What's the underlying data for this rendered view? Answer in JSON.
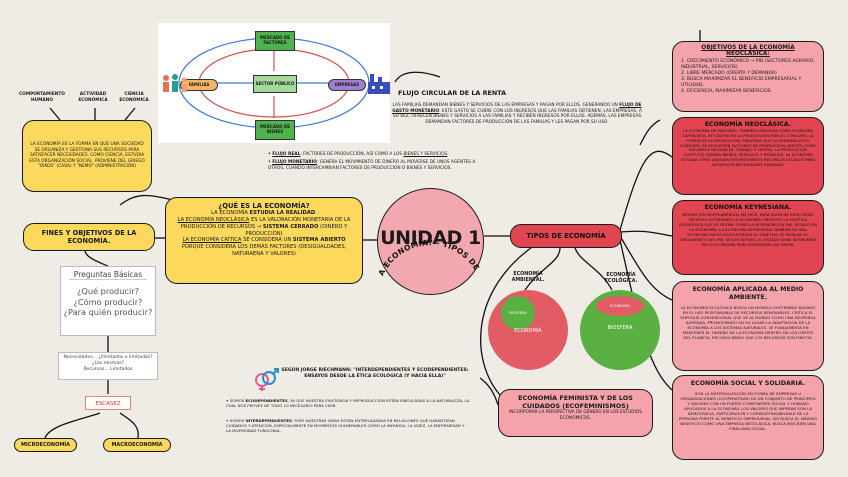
{
  "center": {
    "title": "UNIDAD 1",
    "arc_text": "¿QUÉ ES LA ECONOMÍA? - TIPOS DE ECONOMÍA"
  },
  "flujo": {
    "title": "FLUJO CIRCULAR DE LA RENTA",
    "desc_pre": "LAS FAMILIAS DEMANDAN BIENES Y SERVICIOS DE LAS EMPRESAS Y PAGAN POR ELLOS, GENERANDO UN ",
    "desc_link": "FLUJO DE GASTO MONETARIO",
    "desc_post": ". ESTE GASTO SE CUBRE CON LOS INGRESOS QUE LAS FAMILIAS OBTIENEN. LAS EMPRESAS, A SU VEZ, OFRECEN BIENES Y SERVICIOS A LAS FAMILIAS Y RECIBEN INGRESOS POR ELLOS. ADEMÁS, LAS EMPRESAS DEMANDAN FACTORES DE PRODUCCIÓN DE LAS FAMILIAS Y LES PAGAN POR SU USO.",
    "real_label": "FLUJO REAL",
    "real_text": ": FACTORES DE PRODUCCIÓN, ASÍ COMO A LOS ",
    "real_link": "BIENES Y SERVICIOS",
    "real_end": ".",
    "mon_label": "FLUJO MONETARIO",
    "mon_text": ": GENERA EL MOVIMIENTO DE DINERO AL MOVERSE DE UNOS AGENTES A OTROS, CUANDO INTERCAMBIAN FACTORES DE PRODUCCIÓN O BIENES Y SERVICIOS.",
    "diagram": {
      "mercado_factores": "MERCADO DE FACTORES",
      "mercado_bienes": "MERCADO DE BIENES",
      "sector_publico": "SECTOR PÚBLICO",
      "familias": "FAMILIAS",
      "empresas": "EMPRESAS"
    }
  },
  "left_top": {
    "labels": [
      "COMPORTAMIENTO HUMANO",
      "ACTIVIDAD ECONÓMICA",
      "CIENCIA ECONÓMICA"
    ],
    "text": "LA ECONOMÍA ES LA FORMA EN QUE UNA SOCIEDAD SE ORGANIZA Y GESTIONA SUS RECURSOS PARA SATISFACER NECESIDADES. COMO CIENCIA, ESTUDIA ESTA ORGANIZACIÓN SOCIAL. PROVIENE DEL GRIEGO \"OIKOS\" (CASA) Y \"NEMO\" (ADMINISTRACIÓN)"
  },
  "fines": {
    "title": "FINES Y OBJETIVOS DE LA ECONOMÍA."
  },
  "preguntas": {
    "header": "Preguntas Básicas",
    "q1": "¿Qué producir?",
    "q2": "¿Cómo producir?",
    "q3": "¿Para quién producir?"
  },
  "necesidades": {
    "text1": "Necesidades... ¿Ilimitadas o limitadas?",
    "text2": "¿Las mismas?",
    "text3": "Recursos... Limitados"
  },
  "escasez": "ESCASEZ",
  "micro": "MICROECONOMÍA",
  "macro": "MACROECONOMÍA",
  "que_es": {
    "title": "¿QUÉ ES LA ECONOMÍA?",
    "l1_pre": "LA ECONOMÍA ",
    "l1_b": "ESTUDIA LA REALIDAD",
    "l1_post": ".",
    "l2_link": "LA ECONOMÍA NEOCLÁSICA",
    "l2_text": " ES LA VALORACIÓN MONETARIA DE LA PRODUCCIÓN DE RECURSOS → ",
    "l2_b": "SISTEMA CERRADO",
    "l2_end": " (DINERO Y PRODUCCIÓN)",
    "l3_link": "LA ECONOMÍA CRÍTICA",
    "l3_text": " SE CONSIDERA UN ",
    "l3_b": "SISTEMA ABIERTO",
    "l3_end": " PORQUE CONSIDERA LOS DEMÁS FACTORES (DESIGUALDADES, NATURAENA Y VALORES)"
  },
  "tipos": {
    "title": "TIPOS DE ECONOMÍA"
  },
  "objetivos": {
    "title": "OBJETIVOS DE LA ECONOMÍA NEOCLÁSICA:",
    "items": [
      "1. CRECIMIENTO ECONÓMICO → PIB (SECTORES AGRARIO, INDUSTRIAL, SERVICIOS)",
      "2. LIBRE MERCADO (OFERTA Y DEMANDA)",
      "3. BUSCA MAXIMIZAR EL BENEFICIO EMPRESARIAL Y UTILIDAD.",
      "4. EFICIENCIA, MAXIMIZAR BENEFICIOS."
    ]
  },
  "neoclasica": {
    "title": "ECONOMÍA NEOCLÁSICA.",
    "text": "LA ECONOMÍA DE MERCADO, TAMBIÉN CONOCIDA COMO ECONOMÍA CAPITALISTA, SE CENTRA EN LA PRODUCCIÓN PARA EL CONSUMO. LA OFERTA ES LA PRODUCCIÓN, MIENTRAS QUE LA DEMANDA ES EL CONSUMO. SE REQUIEREN FACTORES DE PRODUCCIÓN (INPUTS) COMO RECURSOS NATURALES, TRABAJO Y CAPITAL. LA PRODUCCIÓN (OUTPUTS) GENERA BIENES, SERVICIOS Y RESIDUOS. LA ECONOMÍA ESTUDIA CÓMO ASIGNAR EFICIENTEMENTE RECURSOS ESCASOS PARA SATISFACER NECESIDADES HUMANAS."
  },
  "keynesiana": {
    "title": "ECONOMÍA KEYNESIANA.",
    "text": "KEYNES (EN NORTEAMÉRICA) EN 1929. PARA SALIR DE ESTA CRISIS PROPUSO INTERVENIR LA ECONOMÍA. PROPUSO LA POLÍTICA ECONÓMICA QUE SE DEFINE COMO LA INTERVENCIÓN DEL ESTADO EN LA ECONOMÍA. LA ECONOMÍA KEYNESIANA TAMBIÉN ES UNA ECONOMÍA NEOCLÁSICA PORQUE EL OBJETIVO ES SIMILAR: EL CRECIMIENTO DEL PIB. SEGÚN KEYNES, EL ESTADO DEBE INTERVENIR EN LA ECONOMÍA PARA SOLVENTAR LAS CRISIS."
  },
  "eco_ambiental": {
    "label": "ECONOMÍA AMBIENTAL.",
    "inner": "BIOSFERA",
    "outer": "ECONOMÍA"
  },
  "eco_ecologica": {
    "label": "ECONOMÍA ECOLÓGICA.",
    "inner": "ECONOMÍA",
    "outer": "BIOSFERA"
  },
  "aplicada": {
    "title": "ECONOMÍA APLICADA AL MEDIO AMBIENTE.",
    "text": "LA ECONOMÍA ECOLÓGICA BUSCA UN MODELO SOSTENIBLE BASADO EN EL USO RESPONSABLE DE RECURSOS RENOVABLES. CRÍTICA EL ENFOQUE CONVENCIONAL QUE VE AL MUNDO COMO UNA DESPENSA ILIMITADA, PROMOVIENDO EN SU LUGAR LA ADAPTACIÓN DE LA ECONOMÍA A LOS SISTEMAS NATURALES. SE FUNDAMENTA EN MANTENER EL TAMAÑO DE LA ECONOMÍA DENTRO DE LOS LÍMITES DEL PLANETA, RECONOCIENDO QUE LOS RECURSOS SON FINITOS."
  },
  "social": {
    "title": "ECONOMÍA SOCIAL Y SOLIDARIA.",
    "text": "SON LA MATERIALIZACIÓN EN FORMA DE EMPRESAS U ORGANIZACIONES (COOPERATIVAS) DE UN CONJUNTO DE PRINCIPIOS Y VALORES CON UN FUERTE COMPONENTE SOCIAL Y HUMANO APLICADOS A LA ECONOMÍA. LOS VALORES QUE IMPERAN SON LA DEMOCRACIA, PARTICIPACIÓN Y CORRESPONSABILIDAD DE LA PERSONA FRENTE AL BENEFICIO EMPRESARIAL. NO BUSCA EL MÁXIMO BENEFICIO COMO UNA EMPRESA NEOCLÁSICA. BUSCA MÁS BIEN UNA FINALIDAD SOCIAL."
  },
  "feminista": {
    "title": "ECONOMÍA FEMINISTA Y DE LOS CUIDADOS (ECOFEMINISMOS)",
    "text": "INCORPORAR LA PERSPECTIVA DE GÉNERO EN LOS ESTUDIOS ECONÓMICOS."
  },
  "herrero": {
    "intro": "SEGÚN JORGE RIECHMANN: \"INTERDEPENDIENTES Y ECODEPENDIENTES: ENSAYOS DESDE LA ÉTICA ECOLÓGICA (Y HACIA ELLA)\"",
    "b1_pre": "SOMOS ",
    "b1_b": "ECODEPENDIENTES",
    "b1_text": ", YA QUE NUESTRA EXISTENCIA Y REPRODUCCIÓN ESTÁN VINCULADAS A LA NATURALEZA, LA CUAL NOS PROVEE DE TODO LO NECESARIO PARA VIVIR.",
    "b2_pre": "SOMOS ",
    "b2_b": "INTERDEPENDIENTES",
    "b2_text": ", PUES NUESTRAS VIDAS ESTÁN ENTRELAZADAS EN RELACIONES QUE GARANTIZAN CUIDADOS Y ATENCIÓN, ESPECIALMENTE EN MOMENTOS VULNERABLES COMO LA INFANCIA, LA VEJEZ, LA ENFERMEDAD Y LA DIVERSIDAD FUNCIONAL."
  },
  "colors": {
    "yellow": "#fcd95d",
    "pink": "#f4a3ab",
    "red": "#e04551",
    "bg": "#efece6"
  }
}
